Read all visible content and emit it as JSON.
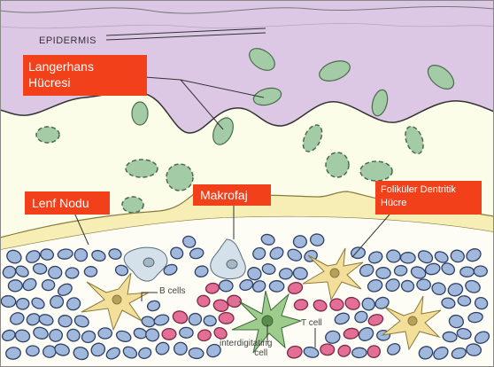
{
  "colors": {
    "label_background": "#f2401a",
    "label_text": "#ffffff",
    "epidermis": "#dcc8e4",
    "dermis": "#fbfde9",
    "lymph_node": "#f6eeb4",
    "langerhans_cell": "#a3cca6",
    "lymphocyte": "#9fb8dc",
    "t_cell": "#e36f96",
    "dendritic_cell": "#f3df9a",
    "macrophage": "#d4e0ea"
  },
  "labels": {
    "epidermis": "EPIDERMIS",
    "langerhans_line1": "Langerhans",
    "langerhans_line2": "Hücresi",
    "lymph_node": "Lenf Nodu",
    "macrophage": "Makrofaj",
    "follicular_line1": "Foliküler Dentritik",
    "follicular_line2": "Hücre",
    "b_cells": "B cells",
    "t_cell": "T cell",
    "interdigitating_line1": "interdigitating",
    "interdigitating_line2": "cell"
  }
}
